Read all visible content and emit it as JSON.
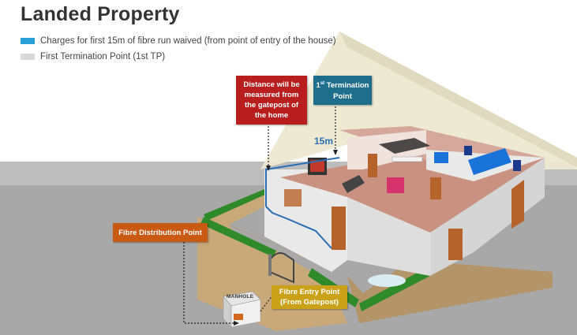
{
  "title": "Landed Property",
  "legend": [
    {
      "label": "Charges for first 15m of fibre run waived (from point of entry of the house)",
      "color": "#2a9fd8"
    },
    {
      "label": "First Termination Point (1st TP)",
      "color": "#d9d9d9"
    }
  ],
  "callouts": {
    "distance": {
      "lines": [
        "Distance will be",
        "measured from",
        "the gatepost of",
        "the home"
      ],
      "color": "#b81e1e"
    },
    "first_tp": {
      "superscript": "st",
      "number": "1",
      "line1_rest": " Termination",
      "line2": "Point",
      "color": "#1f6e8c"
    },
    "fdp": {
      "label": "Fibre Distribution Point",
      "color": "#c85a14"
    },
    "entry": {
      "lines": [
        "Fibre Entry Point",
        "(From Gatepost)"
      ],
      "color": "#c9a21a"
    }
  },
  "distance_label": "15m",
  "manhole_label": "MANHOLE",
  "colors": {
    "fibre": "#2a6fb5",
    "wall": "#e9e9e9",
    "floor": "#c9917f",
    "roof": "#ece8d0",
    "grass": "#2f8a2a",
    "soil": "#c9a87a"
  }
}
